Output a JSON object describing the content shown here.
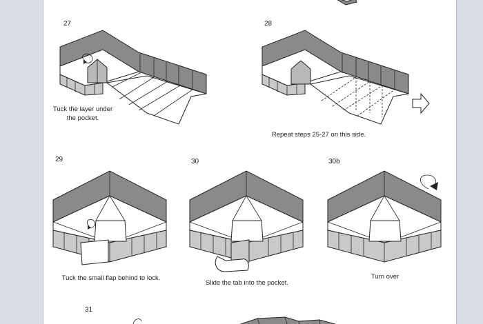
{
  "steps": {
    "s27": {
      "number": "27",
      "caption_lines": [
        "Tuck the layer under",
        "the pocket."
      ]
    },
    "s28": {
      "number": "28",
      "caption_lines": [
        "Repeat steps 25-27 on this side."
      ]
    },
    "s29": {
      "number": "29",
      "caption_lines": [
        "Tuck the small flap behind to lock."
      ]
    },
    "s30": {
      "number": "30",
      "caption_lines": [
        "Slide the tab into the pocket."
      ]
    },
    "s30b": {
      "number": "30b",
      "caption_lines": [
        "Turn over"
      ]
    },
    "s31": {
      "number": "31",
      "caption_lines": []
    }
  },
  "colors": {
    "wall_dark": "#8a8a8a",
    "wall_light": "#b8b8b8",
    "paper": "#ffffff",
    "backdrop": "#d9dde6"
  },
  "icons": [
    "hollow-arrow-right-icon",
    "rotate-arrow-icon",
    "curl-arrow-icon"
  ]
}
